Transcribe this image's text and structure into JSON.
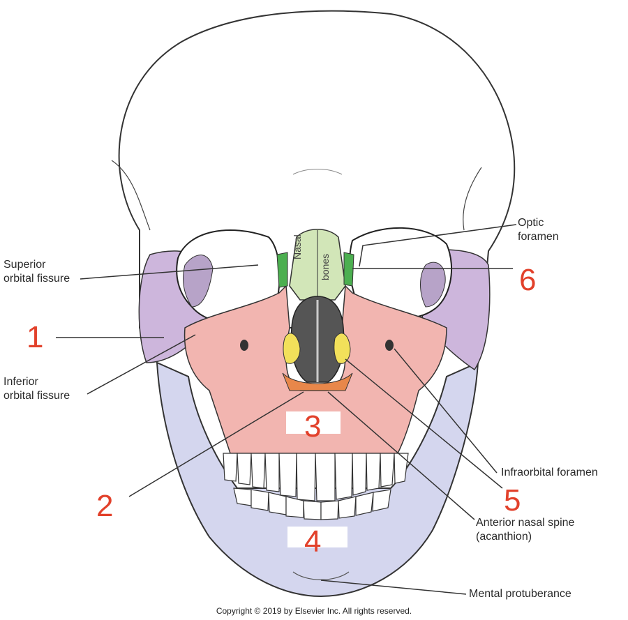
{
  "labels": {
    "optic_foramen_1": "Optic",
    "optic_foramen_2": "foramen",
    "superior_orbital_fissure_1": "Superior",
    "superior_orbital_fissure_2": "orbital fissure",
    "inferior_orbital_fissure_1": "Inferior",
    "inferior_orbital_fissure_2": "orbital fissure",
    "infraorbital_foramen": "Infraorbital foramen",
    "anterior_nasal_spine_1": "Anterior nasal spine",
    "anterior_nasal_spine_2": "(acanthion)",
    "mental_protuberance": "Mental protuberance",
    "nasal_bones_1": "Nasal",
    "nasal_bones_2": "bones"
  },
  "numbers": {
    "n1": "1",
    "n2": "2",
    "n3": "3",
    "n4": "4",
    "n5": "5",
    "n6": "6"
  },
  "copyright": "Copyright © 2019 by Elsevier Inc. All rights reserved.",
  "colors": {
    "number_red": "#e2412b",
    "maxilla_pink": "#f2b5b0",
    "zygomatic_purple": "#cdb6dc",
    "mandible_lavender": "#d4d6ee",
    "nasal_green": "#d2e6b8",
    "lacrimal_green": "#4caf50",
    "nasal_concha_yellow": "#f2e05a",
    "vomer_orange": "#e8874a"
  }
}
